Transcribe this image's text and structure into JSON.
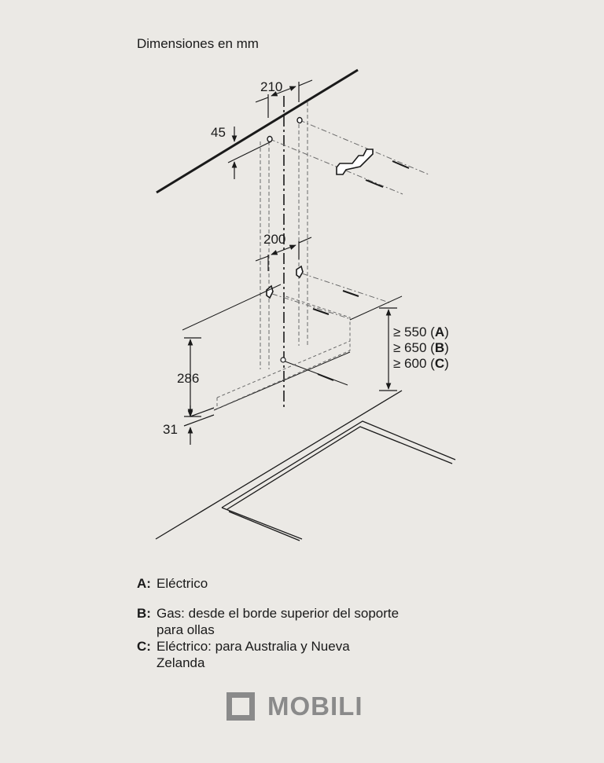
{
  "title": "Dimensiones en mm",
  "dimensions": {
    "top_spacing": "210",
    "top_offset": "45",
    "mid_spacing": "200",
    "height_286": "286",
    "height_31": "31"
  },
  "clearances": [
    {
      "prefix": "≥ 550 (",
      "key": "A",
      "suffix": ")"
    },
    {
      "prefix": "≥ 650 (",
      "key": "B",
      "suffix": ")"
    },
    {
      "prefix": "≥ 600 (",
      "key": "C",
      "suffix": ")"
    }
  ],
  "legend": [
    {
      "key": "A:",
      "lines": [
        "Eléctrico"
      ]
    },
    {
      "key": "B:",
      "lines": [
        "Gas: desde el borde superior del soporte",
        "para ollas"
      ]
    },
    {
      "key": "C:",
      "lines": [
        "Eléctrico: para Australia y Nueva",
        "Zelanda"
      ]
    }
  ],
  "brand": "MOBILI",
  "colors": {
    "background": "#ebe9e5",
    "ink": "#1a1a1a",
    "logo": "#8a8a8a"
  }
}
